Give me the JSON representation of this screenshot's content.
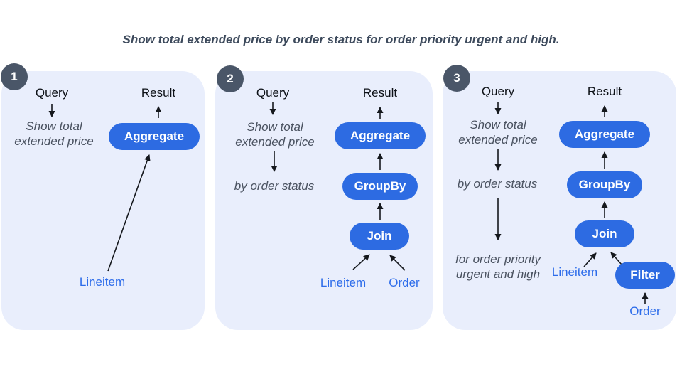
{
  "title": "Show total extended price by order status for order priority urgent and high.",
  "colors": {
    "panel_bg": "#e9eefc",
    "node_blue": "#2d6be2",
    "badge_bg": "#4a5668",
    "table_blue": "#2d6cea",
    "text_dark": "#0d1117",
    "muted_text": "#4a5260",
    "title_text": "#3d4a5c"
  },
  "panels": [
    {
      "badge": "1",
      "query_label": "Query",
      "result_label": "Result",
      "steps": [
        "Show total\nextended price"
      ],
      "nodes": {
        "aggregate": "Aggregate"
      },
      "tables": {
        "lineitem": "Lineitem"
      }
    },
    {
      "badge": "2",
      "query_label": "Query",
      "result_label": "Result",
      "steps": [
        "Show total\nextended price",
        "by order status"
      ],
      "nodes": {
        "aggregate": "Aggregate",
        "groupby": "GroupBy",
        "join": "Join"
      },
      "tables": {
        "lineitem": "Lineitem",
        "order": "Order"
      }
    },
    {
      "badge": "3",
      "query_label": "Query",
      "result_label": "Result",
      "steps": [
        "Show total\nextended price",
        "by order status",
        "for order priority\nurgent and high"
      ],
      "nodes": {
        "aggregate": "Aggregate",
        "groupby": "GroupBy",
        "join": "Join",
        "filter": "Filter"
      },
      "tables": {
        "lineitem": "Lineitem",
        "order": "Order"
      }
    }
  ]
}
